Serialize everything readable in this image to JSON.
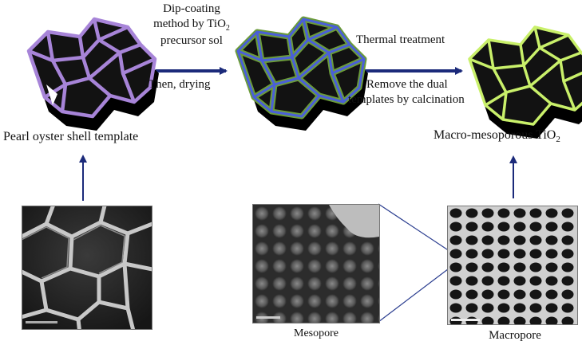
{
  "labels": {
    "step1_line1": "Dip-coating",
    "step1_line2_main": "method by TiO",
    "step1_line2_sub": "2",
    "step1_line3": "precursor sol",
    "step1_after": "Then, drying",
    "step2_line1": "Thermal treatment",
    "step2_line2": "Remove the dual",
    "step2_line3": "templates by calcination",
    "template_caption": "Pearl oyster shell template",
    "product_caption_main": "Macro-mesoporous TiO",
    "product_caption_sub": "2",
    "mesopore_caption": "Mesopore",
    "macropore_caption": "Macropore"
  },
  "colors": {
    "arrow": "#1b2a7a",
    "template_outline": "#a784d8",
    "coated_outer": "#6b9b3a",
    "coated_inner": "#4a5fd8",
    "calcined_outline": "#c9f06a",
    "block_fill": "#111111"
  }
}
